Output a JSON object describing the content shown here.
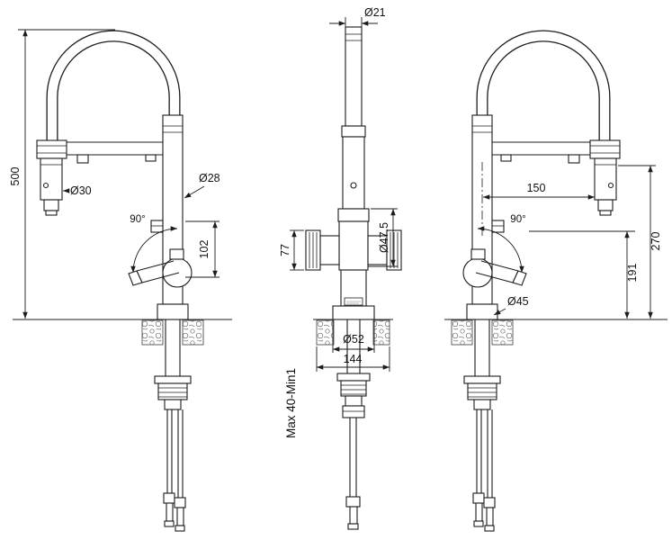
{
  "drawing": {
    "background_color": "#ffffff",
    "line_color": "#1c1c1c",
    "views": {
      "left": {
        "total_height": "500",
        "spray_head_diameter": "Ø30",
        "column_diameter": "Ø28",
        "handle_angle": "90°",
        "handle_span": "102"
      },
      "front": {
        "spout_tip_diameter": "Ø21",
        "handle_depth": "77",
        "body_diameter": "Ø47.5",
        "hole_diameter": "Ø52",
        "base_span": "144",
        "counter_thickness": "Max 40-Min1"
      },
      "right": {
        "spout_reach": "150",
        "handle_angle": "90°",
        "handle_height": "191",
        "spout_height": "270",
        "base_diameter": "Ø45"
      }
    }
  }
}
